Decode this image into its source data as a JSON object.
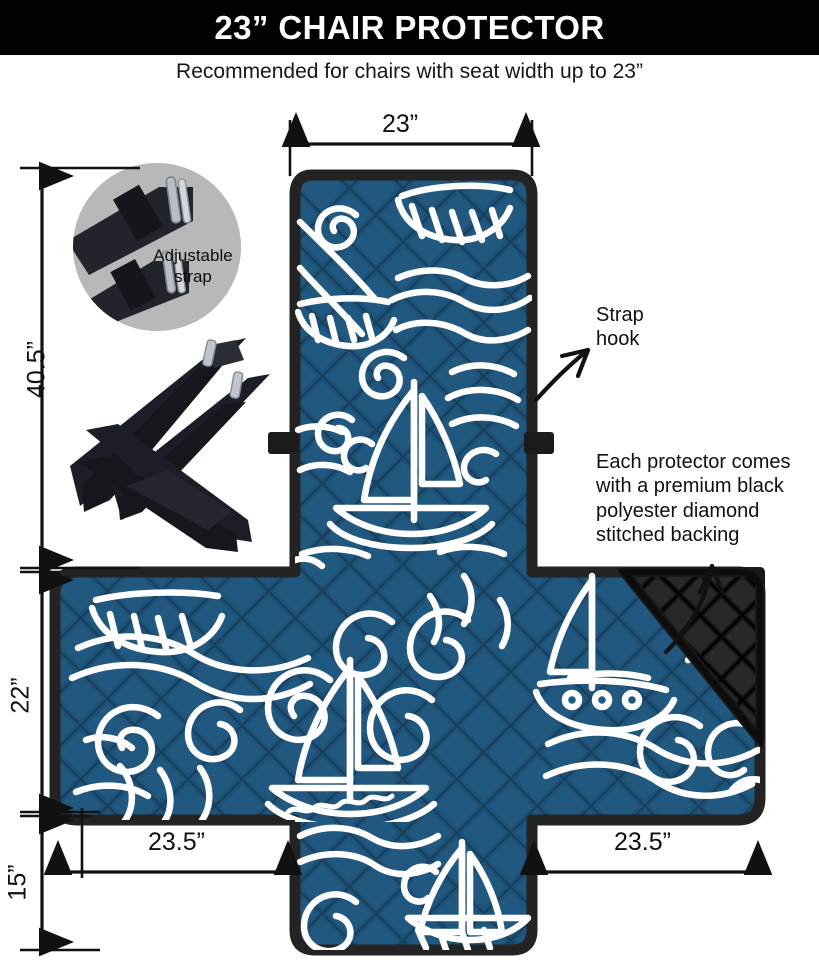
{
  "header": {
    "title": "23” CHAIR PROTECTOR",
    "subtitle": "Recommended for chairs with seat width up to 23”"
  },
  "dimensions": {
    "top_width": "23”",
    "total_height": "40.5”",
    "band_height": "22”",
    "bottom_height": "15”",
    "left_wing": "23.5”",
    "right_wing": "23.5”"
  },
  "annotations": {
    "strap_hook": "Strap\nhook",
    "strap_hook_line1": "Strap",
    "strap_hook_line2": "hook",
    "backing": "Each protector comes with a premium black polyester diamond stitched backing",
    "backing_lines": [
      "Each protector comes",
      "with a premium black",
      "polyester diamond",
      "stitched backing"
    ],
    "adjustable_strap": "Adjustable strap",
    "adjustable_strap_lines": [
      "Adjustable",
      "strap"
    ]
  },
  "colors": {
    "header_bg": "#010101",
    "header_text": "#ffffff",
    "fabric_blue": "#1e5278",
    "fabric_blue_dark": "#164montag",
    "fabric_pattern": "#ffffff",
    "backing_black": "#111111",
    "trim_black": "#222222",
    "inset_gray": "#b8b8b8",
    "strap_black": "#1b1e26",
    "buckle_silver": "#9aa0a8",
    "page_bg": "#ffffff",
    "line_black": "#111111"
  },
  "icons": {
    "dimension_arrow": "double-arrow-icon",
    "pointer_arrow": "curved-arrow-icon"
  }
}
